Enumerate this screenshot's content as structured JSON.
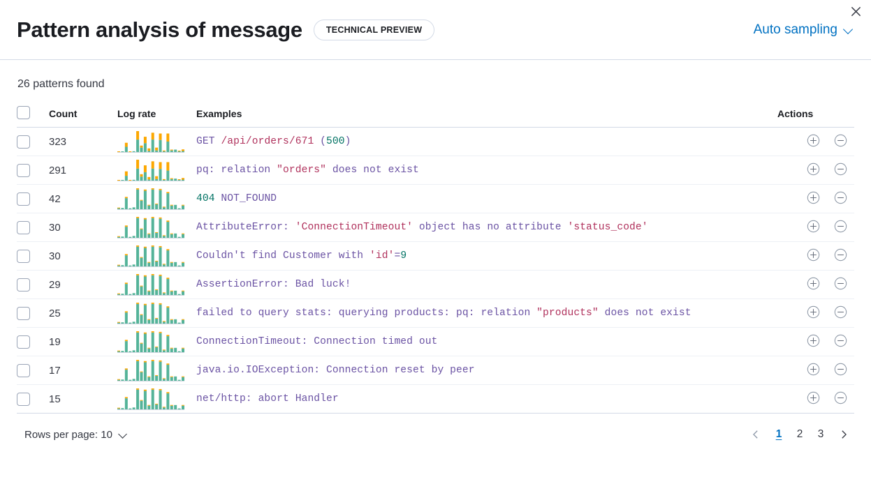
{
  "header": {
    "title": "Pattern analysis of message",
    "badge": "TECHNICAL PREVIEW",
    "sampling_label": "Auto sampling",
    "close_icon": "close-icon",
    "chevron_icon": "chevron-down-icon"
  },
  "summary": {
    "patterns_found": "26 patterns found"
  },
  "table": {
    "columns": {
      "select": "",
      "count": "Count",
      "log_rate": "Log rate",
      "examples": "Examples",
      "actions": "Actions"
    },
    "rows": [
      {
        "count": "323",
        "example_plain": "GET /api/orders/671 (500)",
        "tokens": [
          {
            "t": "GET ",
            "c": "tok-plain"
          },
          {
            "t": "/api/orders/671",
            "c": "tok-str"
          },
          {
            "t": " (",
            "c": "tok-plain"
          },
          {
            "t": "500",
            "c": "tok-num"
          },
          {
            "t": ")",
            "c": "tok-plain"
          }
        ],
        "spark": {
          "teal": [
            0,
            1.5,
            13,
            0,
            2,
            31,
            11,
            22,
            3,
            31,
            4,
            30,
            1.5,
            26,
            4,
            6,
            1,
            2.5
          ],
          "orange": [
            1.5,
            0,
            10,
            1.5,
            0,
            21,
            5,
            16,
            6,
            17,
            7,
            16,
            2,
            20,
            2,
            0,
            0.5,
            4
          ]
        }
      },
      {
        "count": "291",
        "example_plain": "pq: relation \"orders\" does not exist",
        "tokens": [
          {
            "t": "pq: relation ",
            "c": "tok-plain"
          },
          {
            "t": "\"orders\"",
            "c": "tok-str"
          },
          {
            "t": " does not exist",
            "c": "tok-plain"
          }
        ],
        "spark": {
          "teal": [
            0,
            1.5,
            12,
            0,
            2,
            30,
            10,
            21,
            3,
            30,
            4,
            29,
            1.5,
            25,
            4,
            5,
            1,
            2.5
          ],
          "orange": [
            1.5,
            0,
            11,
            1.5,
            0,
            22,
            6,
            17,
            6,
            18,
            7,
            17,
            2,
            21,
            2,
            0,
            0.5,
            4
          ]
        }
      },
      {
        "count": "42",
        "example_plain": "404 NOT_FOUND",
        "tokens": [
          {
            "t": "404",
            "c": "tok-num"
          },
          {
            "t": " NOT_FOUND",
            "c": "tok-plain"
          }
        ],
        "spark": {
          "teal": [
            1.5,
            2,
            18,
            1.5,
            3,
            32,
            14,
            30,
            6,
            32,
            8,
            31,
            3,
            26,
            6,
            7,
            1.5,
            6
          ],
          "orange": [
            0.5,
            0,
            2,
            0,
            0,
            2,
            1,
            2,
            1,
            2,
            1,
            2,
            0.5,
            2,
            1,
            0,
            0,
            1
          ]
        }
      },
      {
        "count": "30",
        "example_plain": "AttributeError: 'ConnectionTimeout' object has no attribute 'status_code'",
        "tokens": [
          {
            "t": "AttributeError: ",
            "c": "tok-plain"
          },
          {
            "t": "'ConnectionTimeout'",
            "c": "tok-str"
          },
          {
            "t": " object has no attribute ",
            "c": "tok-plain"
          },
          {
            "t": "'status_code'",
            "c": "tok-str"
          }
        ],
        "spark": {
          "teal": [
            1.5,
            2,
            18,
            1.5,
            3,
            32,
            14,
            30,
            6,
            32,
            8,
            31,
            3,
            26,
            6,
            7,
            1.5,
            6
          ],
          "orange": [
            0.5,
            0,
            2,
            0,
            0,
            2,
            1,
            2,
            1,
            2,
            1,
            2,
            0.5,
            2,
            1,
            0,
            0,
            1
          ]
        }
      },
      {
        "count": "30",
        "example_plain": "Couldn't find Customer with 'id'=9",
        "tokens": [
          {
            "t": "Couldn't find Customer with ",
            "c": "tok-plain"
          },
          {
            "t": "'id'",
            "c": "tok-str"
          },
          {
            "t": "=",
            "c": "tok-plain"
          },
          {
            "t": "9",
            "c": "tok-num"
          }
        ],
        "spark": {
          "teal": [
            1.5,
            2,
            18,
            1.5,
            3,
            32,
            14,
            30,
            6,
            32,
            8,
            31,
            3,
            26,
            6,
            7,
            1.5,
            6
          ],
          "orange": [
            0.5,
            0,
            2,
            0,
            0,
            2,
            1,
            2,
            1,
            2,
            1,
            2,
            0.5,
            2,
            1,
            0,
            0,
            1
          ]
        }
      },
      {
        "count": "29",
        "example_plain": "AssertionError: Bad luck!",
        "tokens": [
          {
            "t": "AssertionError: Bad luck!",
            "c": "tok-plain"
          }
        ],
        "spark": {
          "teal": [
            1.5,
            2,
            18,
            1.5,
            3,
            32,
            14,
            30,
            6,
            32,
            8,
            31,
            3,
            26,
            6,
            7,
            1.5,
            6
          ],
          "orange": [
            0.5,
            0,
            2,
            0,
            0,
            2,
            1,
            2,
            1,
            2,
            1,
            2,
            0.5,
            2,
            1,
            0,
            0,
            1
          ]
        }
      },
      {
        "count": "25",
        "example_plain": "failed to query stats: querying products: pq: relation \"products\" does not exist",
        "tokens": [
          {
            "t": "failed to query stats: querying products: pq: relation ",
            "c": "tok-plain"
          },
          {
            "t": "\"products\"",
            "c": "tok-str"
          },
          {
            "t": " does not exist",
            "c": "tok-plain"
          }
        ],
        "spark": {
          "teal": [
            1.5,
            2,
            18,
            1.5,
            3,
            32,
            14,
            30,
            6,
            32,
            8,
            31,
            3,
            26,
            6,
            7,
            1.5,
            6
          ],
          "orange": [
            0.5,
            0,
            2,
            0,
            0,
            2,
            1,
            2,
            1,
            2,
            1,
            2,
            0.5,
            2,
            1,
            0,
            0,
            1
          ]
        }
      },
      {
        "count": "19",
        "example_plain": "ConnectionTimeout: Connection timed out",
        "tokens": [
          {
            "t": "ConnectionTimeout: Connection timed out",
            "c": "tok-plain"
          }
        ],
        "spark": {
          "teal": [
            1.5,
            2,
            18,
            1.5,
            3,
            32,
            14,
            30,
            6,
            32,
            8,
            31,
            3,
            26,
            6,
            7,
            1.5,
            6
          ],
          "orange": [
            0.5,
            0,
            2,
            0,
            0,
            2,
            1,
            2,
            1,
            2,
            1,
            2,
            0.5,
            2,
            1,
            0,
            0,
            1
          ]
        }
      },
      {
        "count": "17",
        "example_plain": "java.io.IOException: Connection reset by peer",
        "tokens": [
          {
            "t": "java.io.IOException: Connection reset by peer",
            "c": "tok-plain"
          }
        ],
        "spark": {
          "teal": [
            1.5,
            2,
            18,
            1.5,
            3,
            32,
            14,
            30,
            6,
            32,
            8,
            31,
            3,
            26,
            6,
            7,
            1.5,
            6
          ],
          "orange": [
            0.5,
            0,
            2,
            0,
            0,
            2,
            1,
            2,
            1,
            2,
            1,
            2,
            0.5,
            2,
            1,
            0,
            0,
            1
          ]
        }
      },
      {
        "count": "15",
        "example_plain": "net/http: abort Handler",
        "tokens": [
          {
            "t": "net/http: abort Handler",
            "c": "tok-plain"
          }
        ],
        "spark": {
          "teal": [
            1.5,
            2,
            18,
            1.5,
            3,
            32,
            14,
            30,
            6,
            32,
            8,
            31,
            3,
            26,
            6,
            7,
            1.5,
            6
          ],
          "orange": [
            0.5,
            0,
            2,
            0,
            0,
            2,
            1,
            2,
            1,
            2,
            1,
            2,
            0.5,
            2,
            1,
            0,
            0,
            1
          ]
        }
      }
    ],
    "row_actions": {
      "add_icon": "circle-plus-icon",
      "remove_icon": "circle-minus-icon"
    }
  },
  "footer": {
    "rows_per_page_label": "Rows per page: 10",
    "prev_icon": "chevron-left-icon",
    "next_icon": "chevron-right-icon",
    "pages": [
      "1",
      "2",
      "3"
    ],
    "active_page": "1"
  },
  "colors": {
    "teal": "#54b399",
    "orange": "#fca700",
    "accent_link": "#0071c2",
    "border": "#D3DAE6",
    "row_border": "#EDF0F5"
  }
}
